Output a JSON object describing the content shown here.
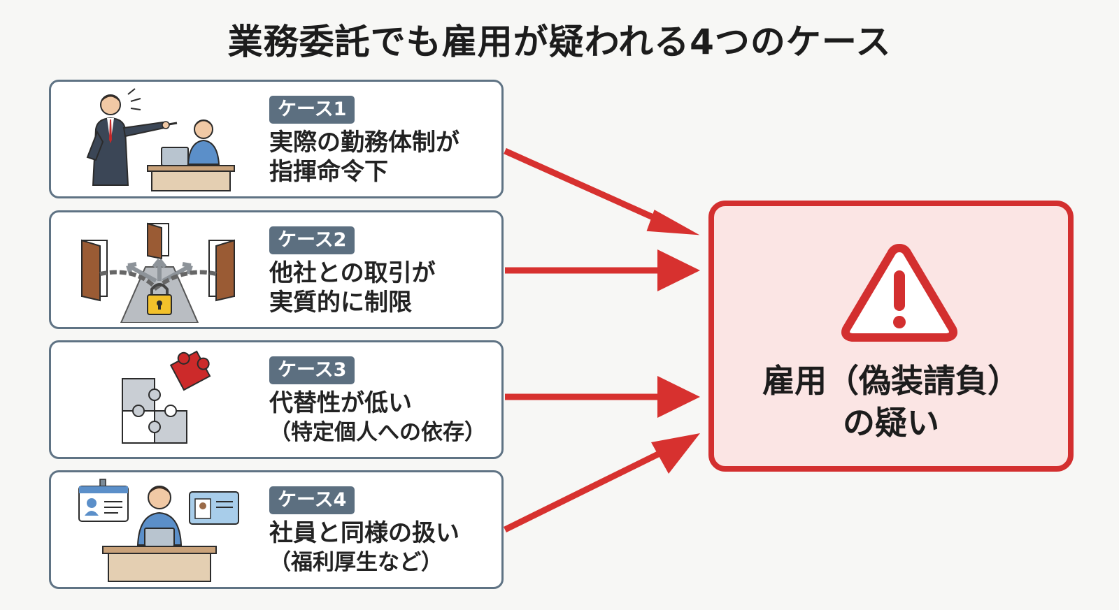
{
  "title": "業務委託でも雇用が疑われる4つのケース",
  "colors": {
    "card_border": "#5f7384",
    "badge_bg": "#5c6f80",
    "arrow": "#d7312f",
    "result_border": "#d32f2f",
    "result_bg": "#fbe5e4"
  },
  "cases": [
    {
      "badge": "ケース1",
      "line1": "実際の勤務体制が",
      "line2": "指揮命令下",
      "icon": "boss-pointing-at-worker-icon"
    },
    {
      "badge": "ケース2",
      "line1": "他社との取引が",
      "line2": "実質的に制限",
      "icon": "chained-doors-padlock-icon"
    },
    {
      "badge": "ケース3",
      "line1": "代替性が低い",
      "line2": "（特定個人への依存）",
      "icon": "puzzle-piece-icon"
    },
    {
      "badge": "ケース4",
      "line1": "社員と同様の扱い",
      "line2": "（福利厚生など）",
      "icon": "employee-id-card-icon"
    }
  ],
  "result": {
    "line1": "雇用（偽装請負）",
    "line2": "の疑い",
    "icon": "warning-triangle-icon"
  }
}
